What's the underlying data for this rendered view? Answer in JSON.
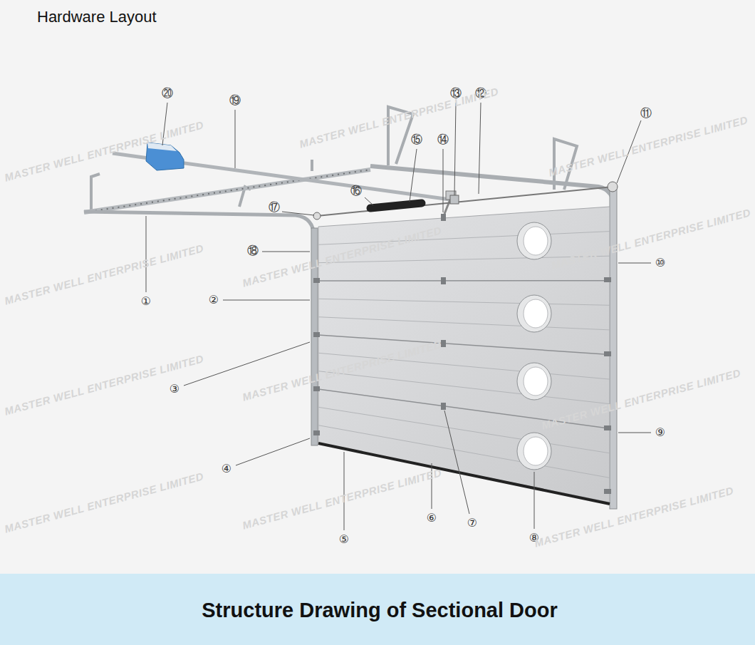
{
  "diagram": {
    "title": "Hardware Layout",
    "caption": "Structure Drawing of Sectional Door",
    "labels": [
      "⑳",
      "⑲",
      "⑬",
      "⑫",
      "⑮",
      "⑭",
      "⑯",
      "⑰",
      "⑪",
      "⑱",
      "⑩",
      "①",
      "②",
      "③",
      "⑨",
      "④",
      "⑥",
      "⑦",
      "⑧",
      "⑤",
      "MASTER WELL ENTERPRISE LIMITED",
      "MASTER WELL ENTERPRISE LIMITED",
      "MASTER WELL ENTERPRISE LIMITED",
      "MASTER WELL ENTERPRISE LIMITED",
      "MASTER WELL ENTERPRISE LIMITED",
      "MASTER WELL ENTERPRISE LIMITED",
      "MASTER WELL ENTERPRISE LIMITED",
      "MASTER WELL ENTERPRISE LIMITED",
      "MASTER WELL ENTERPRISE LIMITED",
      "MASTER WELL ENTERPRISE LIMITED",
      "MASTER WELL ENTERPRISE LIMITED",
      "MASTER WELL ENTERPRISE LIMITED"
    ]
  }
}
